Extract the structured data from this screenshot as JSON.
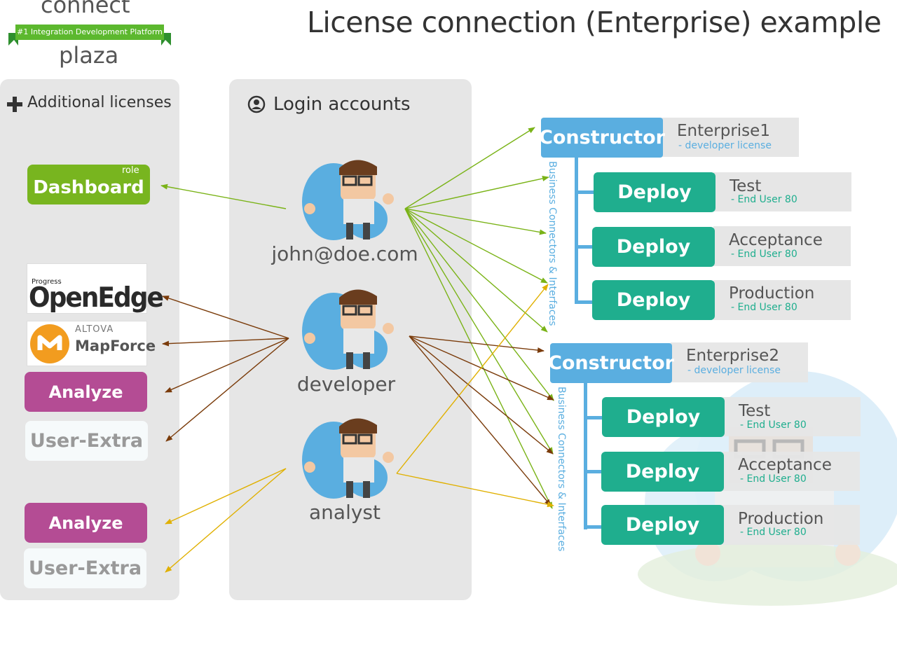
{
  "header": {
    "title": "License connection (Enterprise) example",
    "logo_top": "connect",
    "logo_ribbon": "#1 Integration Development Platform",
    "logo_bottom": "plaza"
  },
  "left_panel": {
    "heading": "Additional licenses",
    "dashboard_role": "role",
    "dashboard_label": "Dashboard",
    "openedge_small": "Progress",
    "openedge_big": "OpenEdge",
    "altova_small": "ALTOVA",
    "altova_big": "MapForce",
    "analyze_1": "Analyze",
    "user_extra_1": "User-Extra",
    "analyze_2": "Analyze",
    "user_extra_2": "User-Extra"
  },
  "middle_panel": {
    "heading": "Login accounts",
    "users": [
      "john@doe.com",
      "developer",
      "analyst"
    ]
  },
  "enterprise1": {
    "constructor": "Constructor",
    "name": "Enterprise1",
    "license": "- developer license",
    "vertical": "Business Connectors & Interfaces",
    "deploys": [
      {
        "label": "Deploy",
        "env": "Test",
        "sub": "- End User 80"
      },
      {
        "label": "Deploy",
        "env": "Acceptance",
        "sub": "- End User 80"
      },
      {
        "label": "Deploy",
        "env": "Production",
        "sub": "- End User 80"
      }
    ]
  },
  "enterprise2": {
    "constructor": "Constructor",
    "name": "Enterprise2",
    "license": "- developer license",
    "vertical": "Business Connectors & Interfaces",
    "deploys": [
      {
        "label": "Deploy",
        "env": "Test",
        "sub": "- End User 80"
      },
      {
        "label": "Deploy",
        "env": "Acceptance",
        "sub": "- End User 80"
      },
      {
        "label": "Deploy",
        "env": "Production",
        "sub": "- End User 80"
      }
    ]
  },
  "colors": {
    "green_arrow": "#7ab317",
    "brown_arrow": "#7a3b0a",
    "yellow_arrow": "#e0b000",
    "dashboard": "#78b51f",
    "analyze": "#b44c94",
    "constructor": "#5aaee0",
    "deploy": "#1fae8e"
  }
}
